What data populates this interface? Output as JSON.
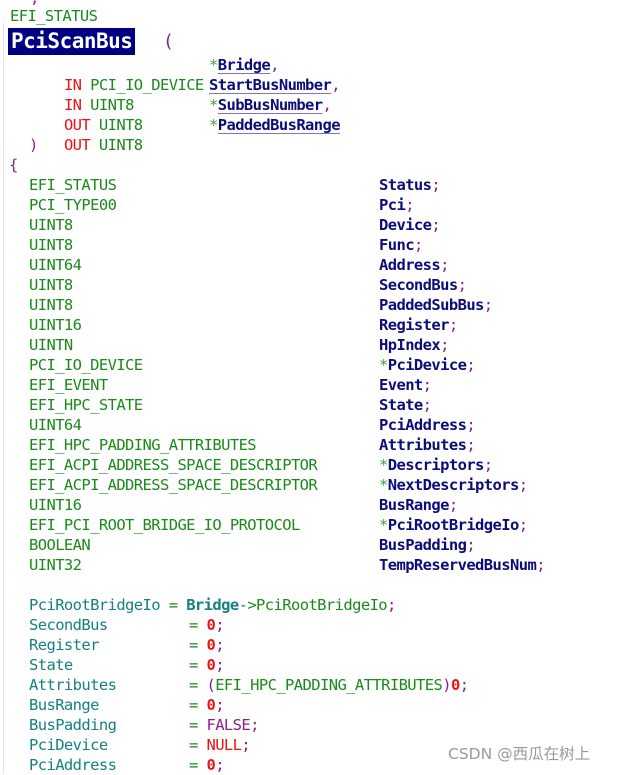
{
  "editor": {
    "top_fragment": ",",
    "return_type": "EFI_STATUS",
    "function_name": "PciScanBus",
    "open_paren": "(",
    "params": [
      {
        "direction": "IN",
        "type": "PCI_IO_DEVICE",
        "pointer": "*",
        "name": "Bridge",
        "sep": ","
      },
      {
        "direction": "IN",
        "type": "UINT8",
        "pointer": "",
        "name": "StartBusNumber",
        "sep": ","
      },
      {
        "direction": "OUT",
        "type": "UINT8",
        "pointer": "*",
        "name": "SubBusNumber",
        "sep": ","
      },
      {
        "direction": "OUT",
        "type": "UINT8",
        "pointer": "*",
        "name": "PaddedBusRange",
        "sep": ""
      }
    ],
    "close_paren": ")",
    "open_brace": "{",
    "locals": [
      {
        "type": "EFI_STATUS",
        "pointer": "",
        "name": "Status"
      },
      {
        "type": "PCI_TYPE00",
        "pointer": "",
        "name": "Pci"
      },
      {
        "type": "UINT8",
        "pointer": "",
        "name": "Device"
      },
      {
        "type": "UINT8",
        "pointer": "",
        "name": "Func"
      },
      {
        "type": "UINT64",
        "pointer": "",
        "name": "Address"
      },
      {
        "type": "UINT8",
        "pointer": "",
        "name": "SecondBus"
      },
      {
        "type": "UINT8",
        "pointer": "",
        "name": "PaddedSubBus"
      },
      {
        "type": "UINT16",
        "pointer": "",
        "name": "Register"
      },
      {
        "type": "UINTN",
        "pointer": "",
        "name": "HpIndex"
      },
      {
        "type": "PCI_IO_DEVICE",
        "pointer": "*",
        "name": "PciDevice"
      },
      {
        "type": "EFI_EVENT",
        "pointer": "",
        "name": "Event"
      },
      {
        "type": "EFI_HPC_STATE",
        "pointer": "",
        "name": "State"
      },
      {
        "type": "UINT64",
        "pointer": "",
        "name": "PciAddress"
      },
      {
        "type": "EFI_HPC_PADDING_ATTRIBUTES",
        "pointer": "",
        "name": "Attributes"
      },
      {
        "type": "EFI_ACPI_ADDRESS_SPACE_DESCRIPTOR",
        "pointer": "*",
        "name": "Descriptors"
      },
      {
        "type": "EFI_ACPI_ADDRESS_SPACE_DESCRIPTOR",
        "pointer": "*",
        "name": "NextDescriptors"
      },
      {
        "type": "UINT16",
        "pointer": "",
        "name": "BusRange"
      },
      {
        "type": "EFI_PCI_ROOT_BRIDGE_IO_PROTOCOL",
        "pointer": "*",
        "name": "PciRootBridgeIo"
      },
      {
        "type": "BOOLEAN",
        "pointer": "",
        "name": "BusPadding"
      },
      {
        "type": "UINT32",
        "pointer": "",
        "name": "TempReservedBusNum"
      }
    ],
    "statements": [
      {
        "lhs": "PciRootBridgeIo",
        "op": "=",
        "rhs_obj": "Bridge",
        "rhs_member": "->PciRootBridgeIo",
        "end": ";"
      },
      {
        "lhs": "SecondBus",
        "op": "=",
        "rhs": "0",
        "rhs_kind": "number",
        "end": ";"
      },
      {
        "lhs": "Register",
        "op": "=",
        "rhs": "0",
        "rhs_kind": "number",
        "end": ";"
      },
      {
        "lhs": "State",
        "op": "=",
        "rhs": "0",
        "rhs_kind": "number",
        "end": ";"
      },
      {
        "lhs": "Attributes",
        "op": "=",
        "cast_open": "(",
        "cast_type": "EFI_HPC_PADDING_ATTRIBUTES",
        "cast_close": ")",
        "rhs": "0",
        "rhs_kind": "number",
        "end": ";"
      },
      {
        "lhs": "BusRange",
        "op": "=",
        "rhs": "0",
        "rhs_kind": "number",
        "end": ";"
      },
      {
        "lhs": "BusPadding",
        "op": "=",
        "rhs": "FALSE",
        "rhs_kind": "constant",
        "end": ";"
      },
      {
        "lhs": "PciDevice",
        "op": "=",
        "rhs": "NULL",
        "rhs_kind": "null",
        "end": ";"
      },
      {
        "lhs": "PciAddress",
        "op": "=",
        "rhs": "0",
        "rhs_kind": "number",
        "end": ";"
      }
    ]
  },
  "colors": {
    "type": "#1b8a1b",
    "direction_keyword": "#ee1111",
    "punctuation": "#8b1f8b",
    "identifier": "#0c0c7a",
    "local_identifier": "#168080",
    "number": "#ee1111",
    "highlight_bg": "#000080"
  },
  "watermark": "CSDN @西瓜在树上"
}
